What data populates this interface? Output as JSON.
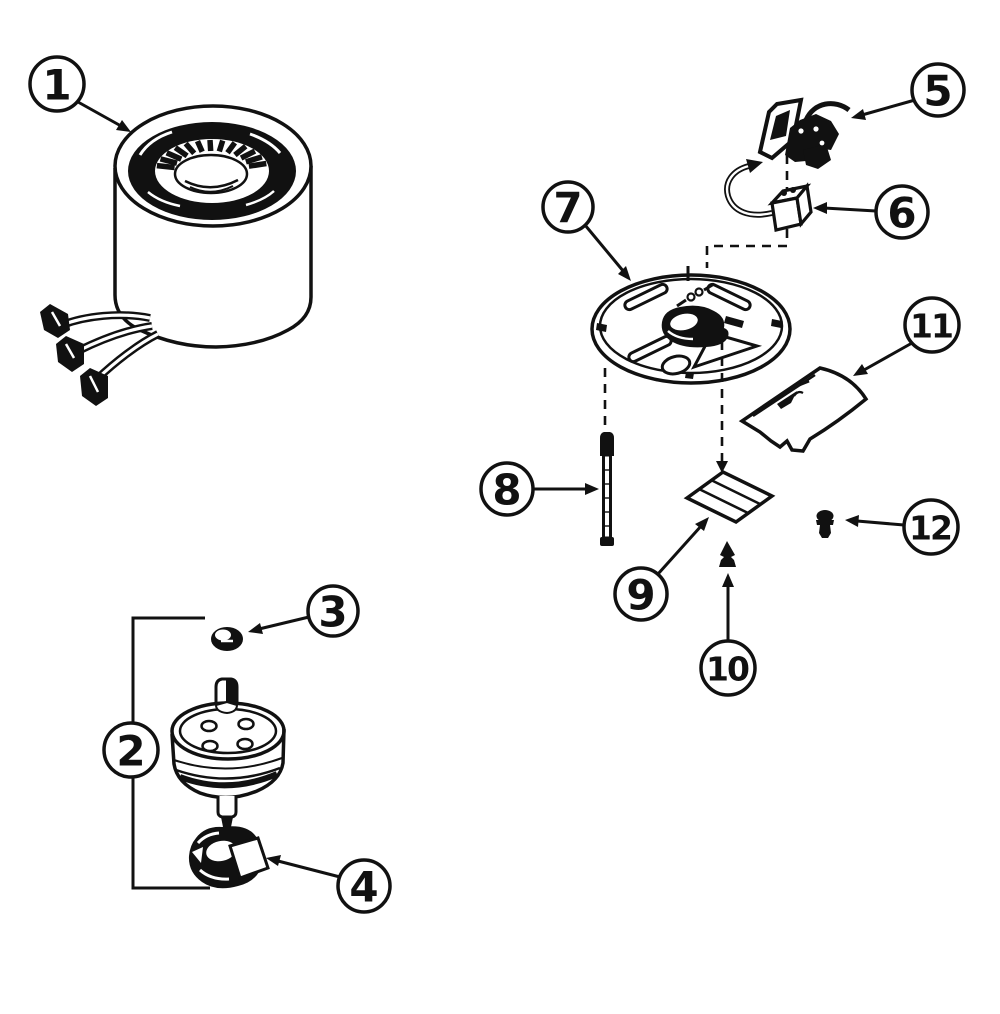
{
  "figure": {
    "kind": "exploded-parts-diagram",
    "background_color": "#ffffff",
    "line_color": "#111111"
  },
  "callouts": [
    {
      "label": "1"
    },
    {
      "label": "2"
    },
    {
      "label": "3"
    },
    {
      "label": "4"
    },
    {
      "label": "5"
    },
    {
      "label": "6"
    },
    {
      "label": "7"
    },
    {
      "label": "8"
    },
    {
      "label": "9"
    },
    {
      "label": "10"
    },
    {
      "label": "11"
    },
    {
      "label": "12"
    }
  ]
}
